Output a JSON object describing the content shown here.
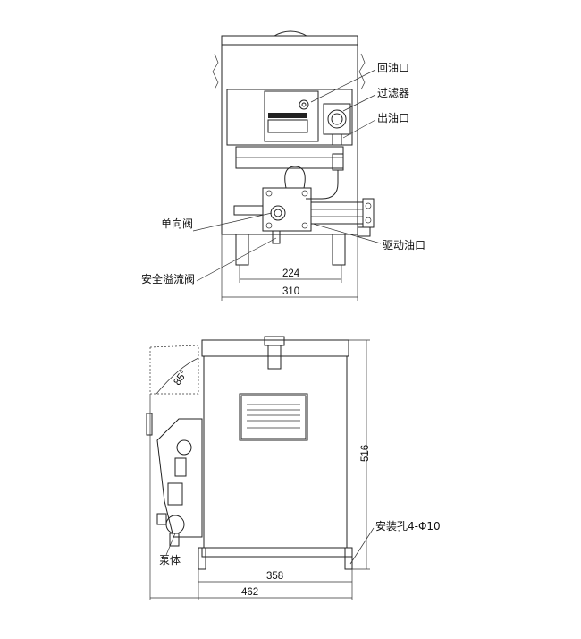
{
  "top_view": {
    "labels": {
      "return_port": "回油口",
      "filter": "过滤器",
      "outlet_port": "出油口",
      "check_valve": "单向阀",
      "drive_port": "驱动油口",
      "relief_valve": "安全溢流阀"
    },
    "dimensions": {
      "inner_width": "224",
      "overall_width": "310"
    }
  },
  "side_view": {
    "labels": {
      "angle": "85°",
      "mounting_holes": "安装孔4-Φ10",
      "pump": "泵体"
    },
    "dimensions": {
      "height": "516",
      "inner_width": "358",
      "overall_width": "462"
    }
  }
}
